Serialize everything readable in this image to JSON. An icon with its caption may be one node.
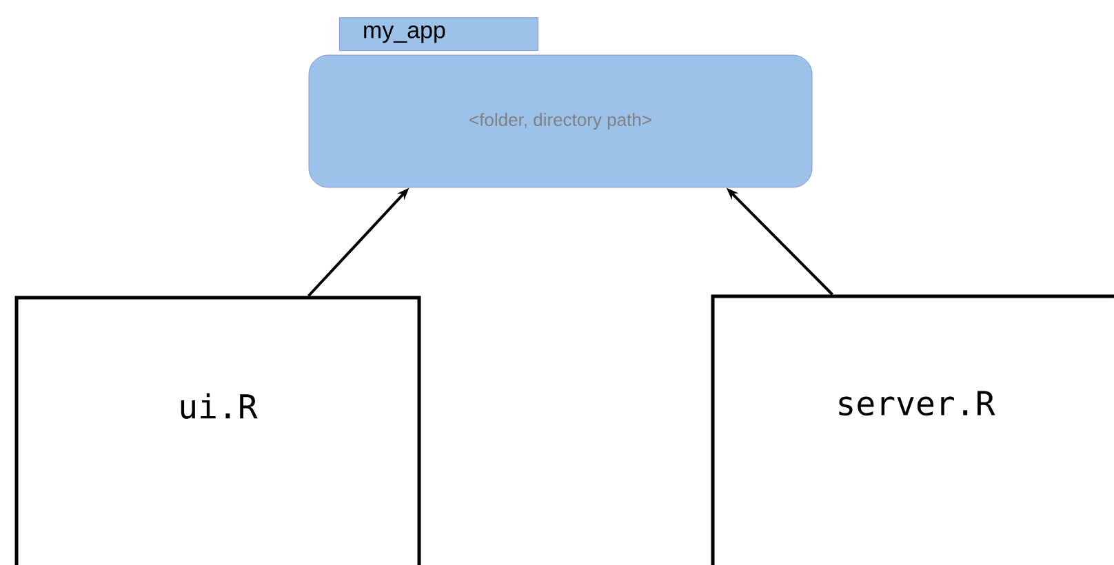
{
  "diagram": {
    "nodes": [
      {
        "text": [
          "my_app",
          "<folder, directory path>"
        ]
      },
      {
        "text": [
          "ui.R"
        ]
      },
      {
        "text": [
          "server.R"
        ]
      }
    ],
    "edges": [
      {
        "from": 1,
        "to": 0,
        "arrow": "to"
      },
      {
        "from": 2,
        "to": 0,
        "arrow": "to"
      }
    ]
  }
}
